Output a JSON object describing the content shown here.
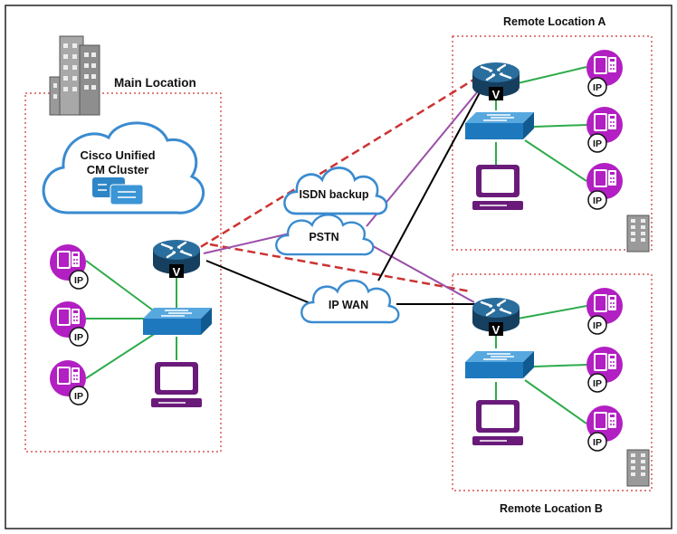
{
  "labels": {
    "main_location": "Main Location",
    "remote_a": "Remote Location A",
    "remote_b": "Remote Location  B",
    "cluster_line1": "Cisco Unified",
    "cluster_line2": "CM Cluster",
    "isdn": "ISDN backup",
    "pstn": "PSTN",
    "ipwan": "IP WAN",
    "router_badge": "V",
    "phone_badge": "IP"
  },
  "colors": {
    "router": "#1f5f8b",
    "switch": "#2f86c6",
    "phone": "#b21fc2",
    "pc": "#6a1b7a",
    "cloud_stroke": "#3a8bd0",
    "link_green": "#2eab4b",
    "link_purple": "#9b4fa8",
    "link_black": "#000000",
    "link_backup": "#cc3333",
    "zone_border": "#cc3333",
    "building": "#8a8a8a"
  }
}
